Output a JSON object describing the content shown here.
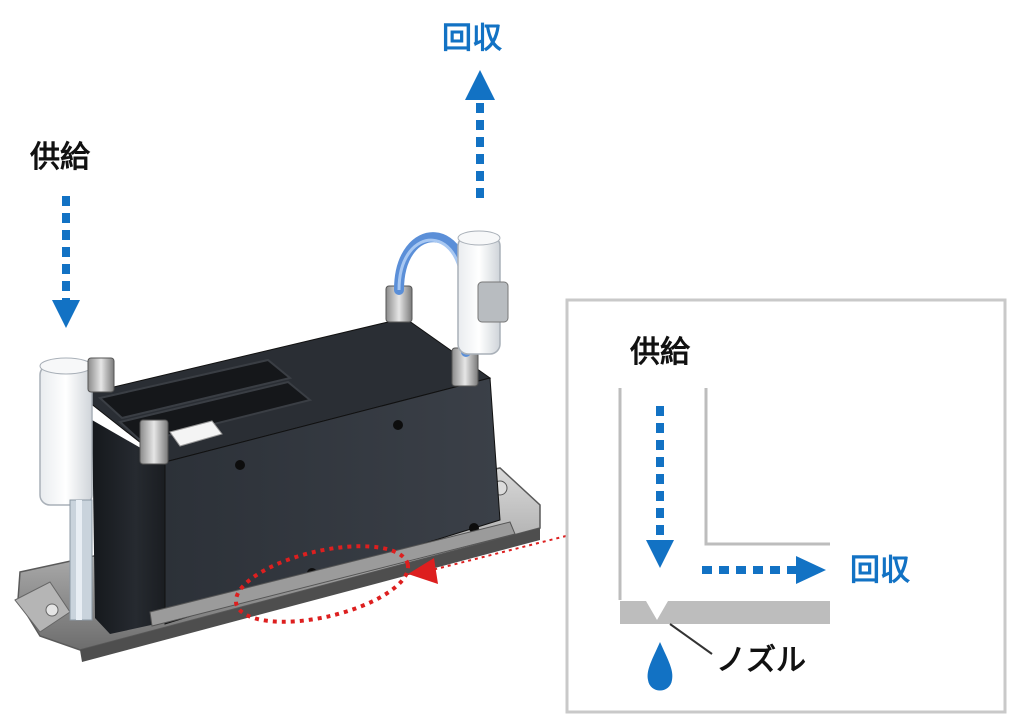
{
  "labels": {
    "supply": "供給",
    "recovery": "回収",
    "inset_supply": "供給",
    "inset_recovery": "回収",
    "nozzle": "ノズル"
  },
  "colors": {
    "flow_arrow": "#1272c4",
    "highlight": "#dd1f1f",
    "label_dark": "#111111",
    "inset_border": "#c9c9c9",
    "channel": "#bdbdbd",
    "head_body": "#1c1f24",
    "tube": "#5b8fd8"
  },
  "icons": {
    "supply_arrow": "down-arrow-icon",
    "recovery_arrow": "up-arrow-icon",
    "drop": "ink-drop-icon"
  }
}
